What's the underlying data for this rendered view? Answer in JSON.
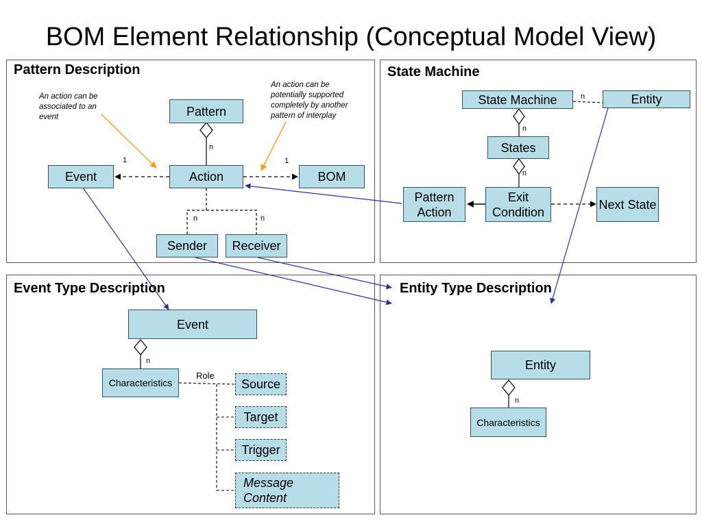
{
  "title": "BOM Element Relationship (Conceptual Model View)",
  "panels": {
    "pattern": {
      "title": "Pattern Description",
      "note_event": "An action can be associated to an event",
      "note_pattern": "An action can be potentially supported completely by another pattern of interplay",
      "boxes": {
        "pattern": "Pattern",
        "action": "Action",
        "event": "Event",
        "bom": "BOM",
        "sender": "Sender",
        "receiver": "Receiver"
      },
      "labels": {
        "n_pattern": "n",
        "one_event": "1",
        "one_bom": "1",
        "n_sender": "n",
        "n_receiver": "n"
      }
    },
    "state_machine": {
      "title": "State Machine",
      "boxes": {
        "state_machine": "State Machine",
        "entity": "Entity",
        "states": "States",
        "pattern_action": "Pattern Action",
        "exit_condition": "Exit Condition",
        "next_state": "Next State"
      },
      "labels": {
        "n_entity": "n",
        "n_states": "n",
        "n_exit": "n"
      }
    },
    "event_type": {
      "title": "Event  Type Description",
      "boxes": {
        "event": "Event",
        "characteristics": "Characteristics",
        "source": "Source",
        "target": "Target",
        "trigger": "Trigger",
        "message_content": "Message Content"
      },
      "labels": {
        "n": "n",
        "role": "Role"
      }
    },
    "entity_type": {
      "title": "Entity Type Description",
      "boxes": {
        "entity": "Entity",
        "characteristics": "Characteristics"
      },
      "labels": {
        "n": "n"
      }
    }
  },
  "colors": {
    "box_fill": "#b7dde8",
    "box_border": "#3b4f5a",
    "note_arrow": "#f0a020",
    "link_arrow": "#2e3192"
  }
}
